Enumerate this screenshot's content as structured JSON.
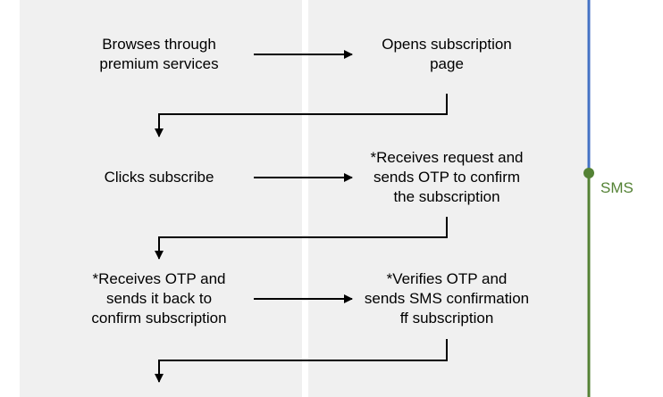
{
  "steps": {
    "browse": "Browses through\npremium services",
    "open_page": "Opens subscription\npage",
    "click": "Clicks subscribe",
    "receive_request": "*Receives request and\nsends OTP to confirm\nthe subscription",
    "receive_otp": "*Receives OTP and\nsends it back to\nconfirm subscription",
    "verify_otp": "*Verifies OTP and\nsends SMS confirmation\nff subscription"
  },
  "timeline": {
    "sms_label": "SMS"
  },
  "colors": {
    "lane_bg": "#f0f0f0",
    "timeline_blue": "#4472c4",
    "timeline_green": "#548235",
    "arrow": "#000000"
  }
}
